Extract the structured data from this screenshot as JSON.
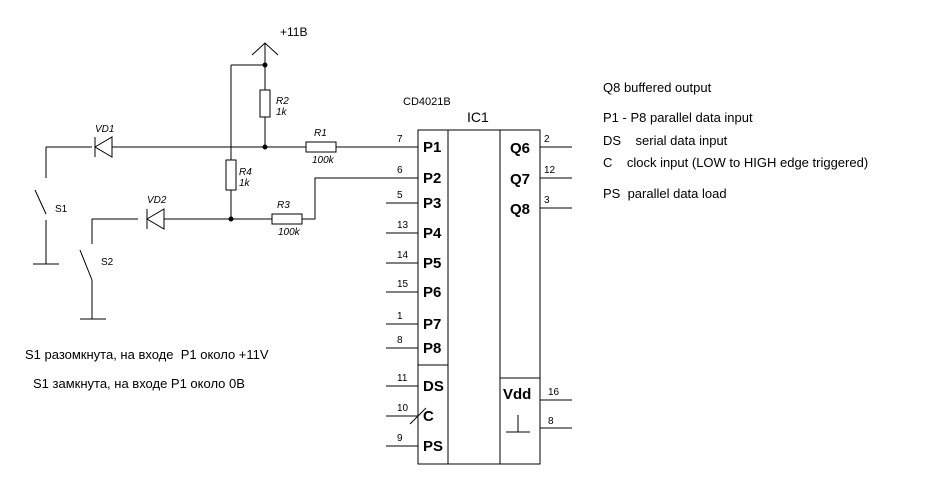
{
  "supply": "+11B",
  "chip": {
    "part": "CD4021B",
    "ref": "IC1",
    "left_pins": [
      {
        "name": "P1",
        "num": "7"
      },
      {
        "name": "P2",
        "num": "6"
      },
      {
        "name": "P3",
        "num": "5"
      },
      {
        "name": "P4",
        "num": "13"
      },
      {
        "name": "P5",
        "num": "14"
      },
      {
        "name": "P6",
        "num": "15"
      },
      {
        "name": "P7",
        "num": "1"
      },
      {
        "name": "P8",
        "num": "8"
      },
      {
        "name": "DS",
        "num": "11"
      },
      {
        "name": "C",
        "num": "10"
      },
      {
        "name": "PS",
        "num": "9"
      }
    ],
    "right_pins": [
      {
        "name": "Q6",
        "num": "2"
      },
      {
        "name": "Q7",
        "num": "12"
      },
      {
        "name": "Q8",
        "num": "3"
      }
    ],
    "power_pins": {
      "vdd_label": "Vdd",
      "vdd_num": "16",
      "gnd_num": "8"
    }
  },
  "components": {
    "r1": {
      "ref": "R1",
      "value": "100k"
    },
    "r2": {
      "ref": "R2",
      "value": "1k"
    },
    "r3": {
      "ref": "R3",
      "value": "100k"
    },
    "r4": {
      "ref": "R4",
      "value": "1k"
    },
    "vd1": "VD1",
    "vd2": "VD2",
    "s1": "S1",
    "s2": "S2"
  },
  "legend": [
    "Q8 buffered output",
    "P1 - P8 parallel data input",
    "DS    serial data input",
    "C    clock input (LOW to HIGH edge triggered)",
    "PS  parallel data load"
  ],
  "notes": [
    "S1 разомкнута, на входе  P1 около +11V",
    "S1 замкнута, на входе P1 около 0В"
  ]
}
